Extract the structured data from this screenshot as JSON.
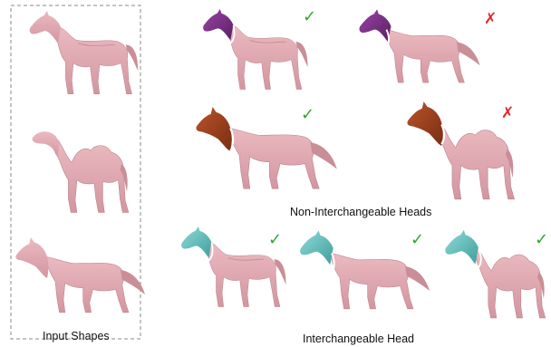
{
  "captions": {
    "input": "Input Shapes",
    "non_interchangeable": "Non-Interchangeable Heads",
    "interchangeable": "Interchangeable Head"
  },
  "marks": {
    "check": "✓",
    "cross": "✗"
  },
  "colors": {
    "body": "#e2aab2",
    "body_shade": "#c98e97",
    "purple_head": "#7a2f86",
    "brown_head": "#9a3f1e",
    "teal_head": "#6cc6c4",
    "check": "#33a532",
    "cross": "#e02828",
    "dashed_border": "#888888"
  },
  "icons": [
    "horse-icon",
    "camel-icon",
    "wolf-icon",
    "check-icon",
    "cross-icon"
  ],
  "panels": {
    "inputs": [
      "horse",
      "camel",
      "wolf"
    ],
    "non_interchangeable": [
      {
        "donor": "horse",
        "head": "purple",
        "body": "horse",
        "result": "check"
      },
      {
        "donor": "horse",
        "head": "purple",
        "body": "wolf",
        "result": "cross"
      },
      {
        "donor": "wolf",
        "head": "brown",
        "body": "wolf",
        "result": "check"
      },
      {
        "donor": "wolf",
        "head": "brown",
        "body": "camel",
        "result": "cross"
      }
    ],
    "interchangeable": [
      {
        "donor": "horse",
        "head": "teal",
        "body": "horse",
        "result": "check"
      },
      {
        "donor": "horse",
        "head": "teal",
        "body": "wolf",
        "result": "check"
      },
      {
        "donor": "horse",
        "head": "teal",
        "body": "camel",
        "result": "check"
      }
    ]
  }
}
